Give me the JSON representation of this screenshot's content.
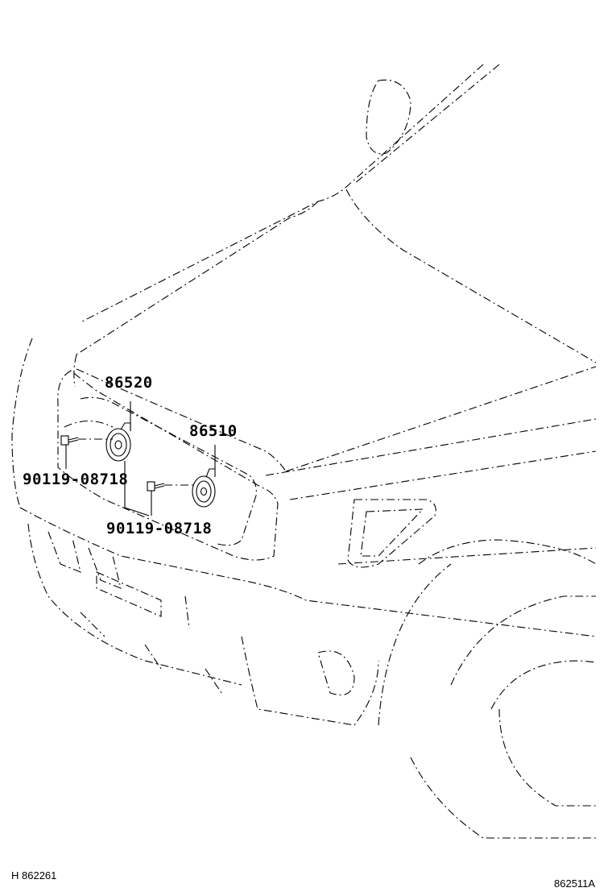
{
  "parts": {
    "horn_low": "86520",
    "horn_high": "86510",
    "bolt_left": "90119-08718",
    "bolt_right": "90119-08718"
  },
  "codes": {
    "left": "H 862261",
    "right": "862511A"
  }
}
